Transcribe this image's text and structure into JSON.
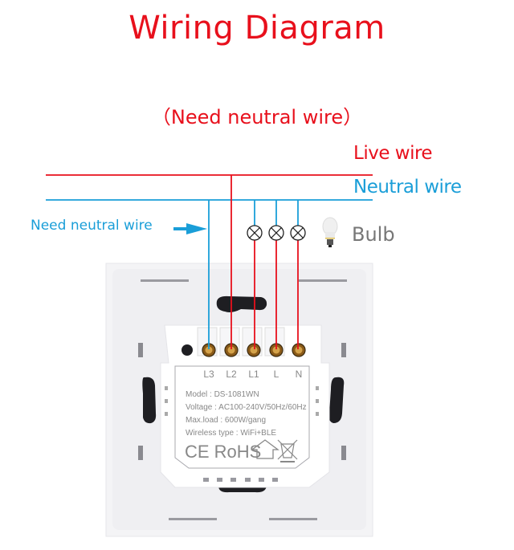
{
  "title": "Wiring Diagram",
  "subtitle": "（Need neutral wire）",
  "labels": {
    "live_wire": "Live wire",
    "neutral_wire": "Neutral wire",
    "need_neutral_wire": "Need neutral wire",
    "bulb": "Bulb"
  },
  "colors": {
    "title": "#e8101c",
    "live": "#e8101c",
    "neutral": "#1a9ed8",
    "bulb_text": "#777777"
  },
  "switch": {
    "terminals": [
      "L3",
      "L2",
      "L1",
      "L",
      "N"
    ],
    "spec_lines": [
      "Model : DS-1081WN",
      "Voltage : AC100-240V/50Hz/60Hz",
      "Max.load : 600W/gang",
      "Wireless type : WiFi+BLE"
    ],
    "certifications": "CE RoHS"
  },
  "icons": {
    "arrow": "arrow-right-icon",
    "bulb": "light-bulb-icon",
    "lamp_symbol": "lamp-symbol-icon",
    "house": "house-icon",
    "weee": "crossed-bin-icon"
  }
}
